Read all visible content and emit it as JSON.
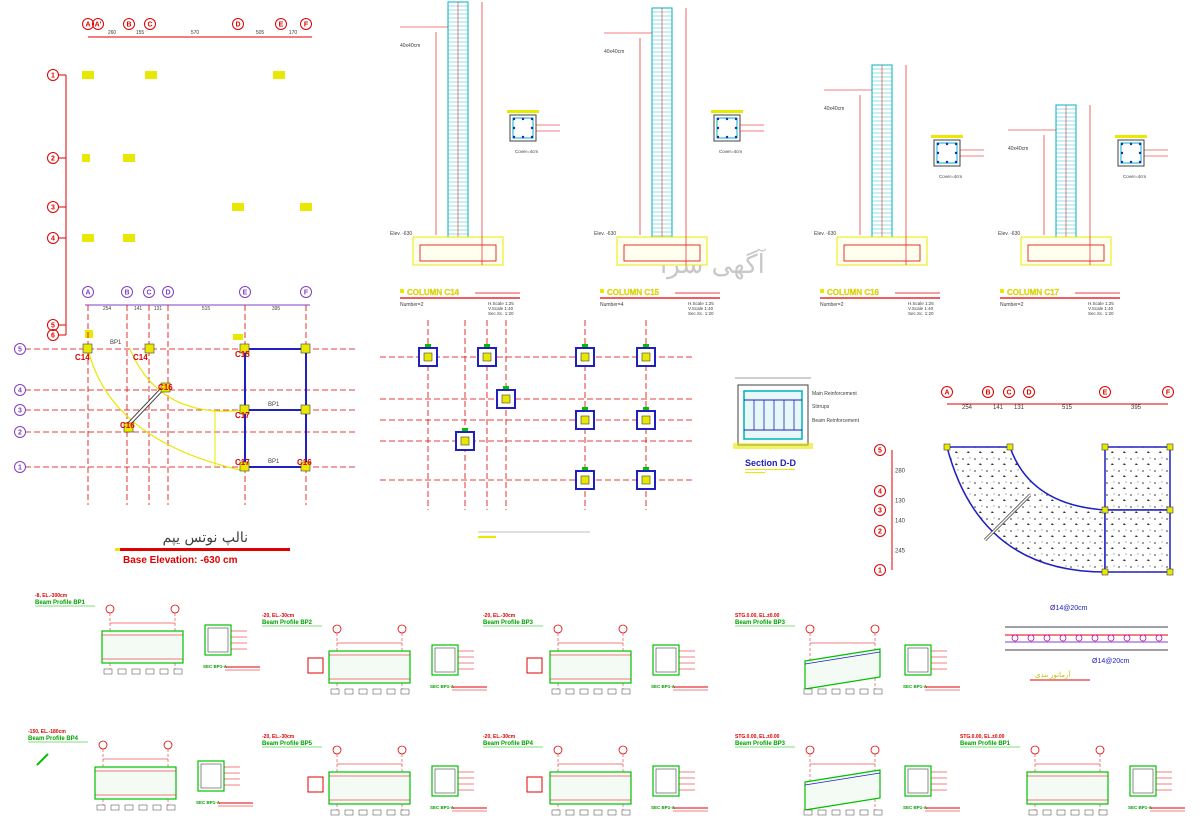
{
  "watermark": "آگهی سرا",
  "grid_letters_top": [
    "A",
    "A'",
    "B",
    "C",
    "D",
    "E",
    "F"
  ],
  "top_dims": [
    "260",
    "155",
    "570",
    "505",
    "170"
  ],
  "row_numbers_top": [
    "1",
    "2",
    "3",
    "4",
    "5",
    "6"
  ],
  "plan_dims": [
    "254",
    "141",
    "131",
    "515",
    "395"
  ],
  "plan_grid_letters": [
    "A",
    "B",
    "C",
    "D",
    "E",
    "F"
  ],
  "plan_row_labels": [
    "5",
    "4",
    "3",
    "2",
    "1"
  ],
  "columns_plan": [
    "C14",
    "C14",
    "C15",
    "C16",
    "C16",
    "C17",
    "C17",
    "C16"
  ],
  "plan_small_labels": [
    "BP1",
    "BP1",
    "BP1"
  ],
  "foundation_title": "نالپ نوتس یپم",
  "base_elevation": "Base    Elevation:  -630  cm",
  "column_cards": [
    {
      "title": "COLUMN  C14",
      "number": "Number=2",
      "scales": [
        "H.Scale  1:25",
        "V.Scale  1:40",
        "Sec.Sc.  1:20"
      ]
    },
    {
      "title": "COLUMN  C15",
      "number": "Number=4",
      "scales": [
        "H.Scale  1:25",
        "V.Scale  1:40",
        "Sec.Sc.  1:20"
      ]
    },
    {
      "title": "COLUMN  C16",
      "number": "Number=2",
      "scales": [
        "H.Scale  1:25",
        "V.Scale  1:40",
        "Sec.Sc.  1:20"
      ]
    },
    {
      "title": "COLUMN  C17",
      "number": "Number=2",
      "scales": [
        "H.Scale  1:25",
        "V.Scale  1:40",
        "Sec.Sc.  1:20"
      ]
    }
  ],
  "column_details": {
    "section": "40x40cm",
    "cover": "Cover=4cm",
    "elev": "Elev. -630"
  },
  "section_dd": {
    "title": "Section  D-D",
    "lines": [
      "Main Reinforcement",
      "Stirrups",
      "Beam Reinforcement"
    ]
  },
  "right_plan_dims": [
    "254",
    "141",
    "131",
    "515",
    "395"
  ],
  "right_plan_letters": [
    "A",
    "B",
    "C",
    "D",
    "E",
    "F"
  ],
  "right_plan_rows": [
    {
      "label": "5",
      "dim": "280"
    },
    {
      "label": "4",
      "dim": "130"
    },
    {
      "label": "3",
      "dim": "140"
    },
    {
      "label": "2",
      "dim": "245"
    },
    {
      "label": "1",
      "dim": ""
    }
  ],
  "rebar_detail": {
    "top": "Ø14@20cm",
    "bottom": "Ø14@20cm",
    "caption": "آرماتور بندی"
  },
  "beam_profiles_row1": [
    {
      "elev": "-8, EL.-300cm",
      "title": "Beam Profile BP1"
    },
    {
      "elev": "-20, EL.-30cm",
      "title": "Beam Profile BP2"
    },
    {
      "elev": "-20, EL.-30cm",
      "title": "Beam Profile BP3"
    },
    {
      "elev": "STG.0.00, EL.±0.00",
      "title": "Beam Profile BP3"
    }
  ],
  "beam_profiles_row2": [
    {
      "elev": "-150, EL.-180cm",
      "title": "Beam Profile BP4"
    },
    {
      "elev": "-20, EL.-30cm",
      "title": "Beam Profile BP5"
    },
    {
      "elev": "-20, EL.-30cm",
      "title": "Beam Profile BP4"
    },
    {
      "elev": "STG.0.00, EL.±0.00",
      "title": "Beam Profile BP3"
    },
    {
      "elev": "STG.0.00, EL.±0.00",
      "title": "Beam Profile BP1"
    }
  ],
  "section_tag": "SEC  BP1-A",
  "colors": {
    "red": "#e00000",
    "green": "#00c000",
    "blue": "#2020c0",
    "yellow": "#e8e800",
    "purple": "#8040c0",
    "cyan": "#00b0c0"
  }
}
